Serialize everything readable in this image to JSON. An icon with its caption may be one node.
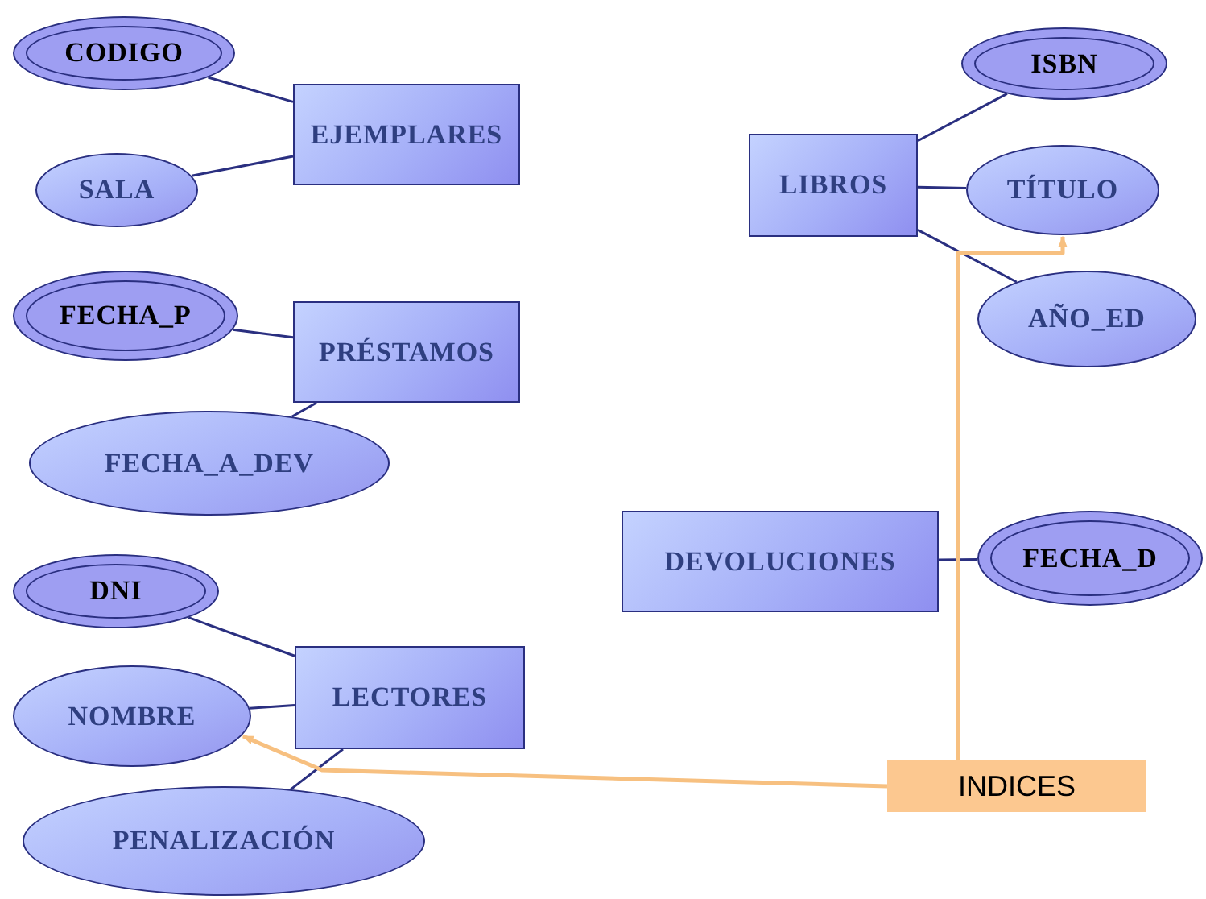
{
  "diagram": {
    "nodes": [
      {
        "text": [
          "EJEMPLARES"
        ]
      },
      {
        "text": [
          "CODIGO"
        ]
      },
      {
        "text": [
          "SALA"
        ]
      },
      {
        "text": [
          "PRÉSTAMOS"
        ]
      },
      {
        "text": [
          "FECHA_P"
        ]
      },
      {
        "text": [
          "FECHA_A_DEV"
        ]
      },
      {
        "text": [
          "LIBROS"
        ]
      },
      {
        "text": [
          "ISBN"
        ]
      },
      {
        "text": [
          "TÍTULO"
        ]
      },
      {
        "text": [
          "AÑO_ED"
        ]
      },
      {
        "text": [
          "DEVOLUCIONES"
        ]
      },
      {
        "text": [
          "FECHA_D"
        ]
      },
      {
        "text": [
          "DNI"
        ]
      },
      {
        "text": [
          "LECTORES"
        ]
      },
      {
        "text": [
          "NOMBRE"
        ]
      },
      {
        "text": [
          "PENALIZACIÓN"
        ]
      },
      {
        "text": [
          "INDICES"
        ]
      }
    ],
    "edges": [
      {
        "from": 0,
        "to": 1,
        "arrow": "none"
      },
      {
        "from": 0,
        "to": 2,
        "arrow": "none"
      },
      {
        "from": 3,
        "to": 4,
        "arrow": "none"
      },
      {
        "from": 3,
        "to": 5,
        "arrow": "none"
      },
      {
        "from": 6,
        "to": 7,
        "arrow": "none"
      },
      {
        "from": 6,
        "to": 8,
        "arrow": "none"
      },
      {
        "from": 6,
        "to": 9,
        "arrow": "none"
      },
      {
        "from": 10,
        "to": 11,
        "arrow": "none"
      },
      {
        "from": 13,
        "to": 12,
        "arrow": "none"
      },
      {
        "from": 13,
        "to": 14,
        "arrow": "none"
      },
      {
        "from": 13,
        "to": 15,
        "arrow": "none"
      },
      {
        "from": 16,
        "to": 8,
        "arrow": "to",
        "color": "#f7c080"
      },
      {
        "from": 16,
        "to": 14,
        "arrow": "to",
        "color": "#f7c080"
      }
    ]
  }
}
